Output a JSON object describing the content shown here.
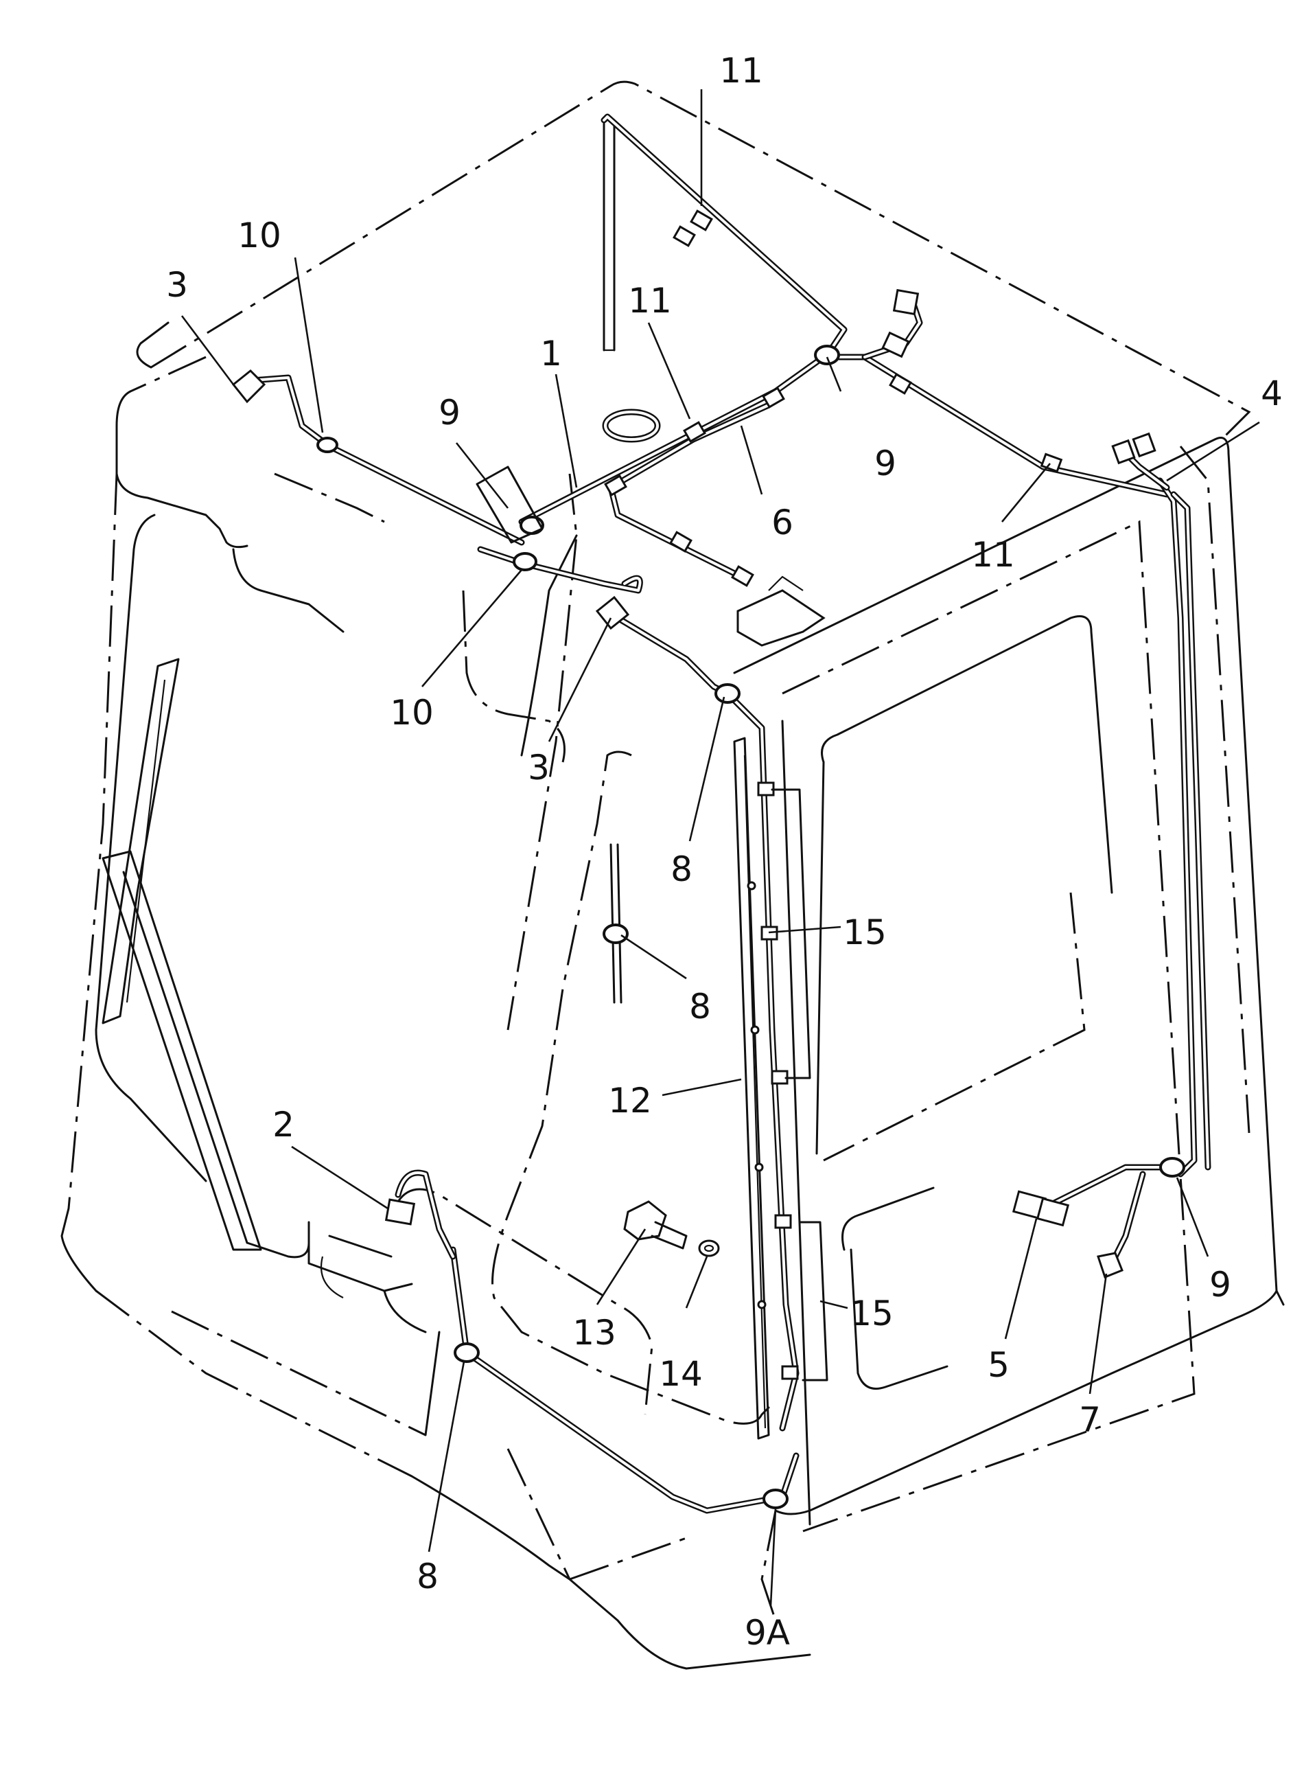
{
  "callouts": [
    {
      "id": "c-11-top",
      "text": "11"
    },
    {
      "id": "c-10-upper",
      "text": "10"
    },
    {
      "id": "c-3-upper",
      "text": "3"
    },
    {
      "id": "c-11-mid",
      "text": "11"
    },
    {
      "id": "c-1",
      "text": "1"
    },
    {
      "id": "c-9-left",
      "text": "9"
    },
    {
      "id": "c-9-right",
      "text": "9"
    },
    {
      "id": "c-4",
      "text": "4"
    },
    {
      "id": "c-6",
      "text": "6"
    },
    {
      "id": "c-11-right",
      "text": "11"
    },
    {
      "id": "c-10-lower",
      "text": "10"
    },
    {
      "id": "c-3-lower",
      "text": "3"
    },
    {
      "id": "c-8-upper",
      "text": "8"
    },
    {
      "id": "c-15-upper",
      "text": "15"
    },
    {
      "id": "c-8-mid",
      "text": "8"
    },
    {
      "id": "c-12",
      "text": "12"
    },
    {
      "id": "c-2",
      "text": "2"
    },
    {
      "id": "c-13",
      "text": "13"
    },
    {
      "id": "c-14",
      "text": "14"
    },
    {
      "id": "c-15-lower",
      "text": "15"
    },
    {
      "id": "c-5",
      "text": "5"
    },
    {
      "id": "c-9-lower",
      "text": "9"
    },
    {
      "id": "c-7",
      "text": "7"
    },
    {
      "id": "c-8-lower",
      "text": "8"
    },
    {
      "id": "c-9A",
      "text": "9A"
    }
  ]
}
